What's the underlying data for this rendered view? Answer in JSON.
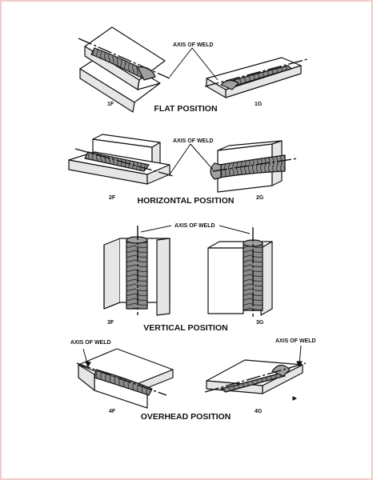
{
  "positions": {
    "flat": {
      "title": "FLAT POSITION",
      "axis_label": "AXIS OF WELD",
      "left_code": "1F",
      "right_code": "1G"
    },
    "horizontal": {
      "title": "HORIZONTAL POSITION",
      "axis_label": "AXIS OF WELD",
      "left_code": "2F",
      "right_code": "2G"
    },
    "vertical": {
      "title": "VERTICAL POSITION",
      "axis_label": "AXIS OF WELD",
      "left_code": "3F",
      "right_code": "3G"
    },
    "overhead": {
      "title": "OVERHEAD POSITION",
      "axis_label_left": "AXIS OF WELD",
      "axis_label_right": "AXIS OF WELD",
      "left_code": "4F",
      "right_code": "4G"
    }
  },
  "colors": {
    "page_border": "#f0b8b8",
    "stroke": "#111111",
    "plate_face": "#ffffff",
    "plate_shade": "#e6e6e6",
    "weld_bead": "#8c8c8c",
    "weld_ripple": "#444444"
  }
}
